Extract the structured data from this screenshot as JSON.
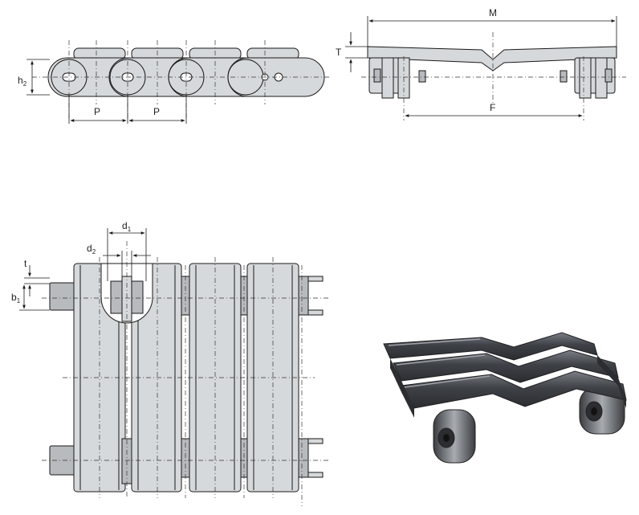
{
  "labels": {
    "h": "h",
    "h_sub": "2",
    "pitch": "P",
    "overall_width": "M",
    "plate_thickness": "T",
    "roller_spacing": "F",
    "d1": "d",
    "d1_sub": "1",
    "d2": "d",
    "d2_sub": "2",
    "t": "t",
    "b1": "b",
    "b1_sub": "1"
  },
  "colors": {
    "line": "#1a1a1a",
    "part_fill": "#d6d9db",
    "part_fill_dark": "#b7bbbe",
    "center_line": "#333333",
    "photo_metal": "#4a4d52",
    "photo_highlight": "#8d9196"
  }
}
